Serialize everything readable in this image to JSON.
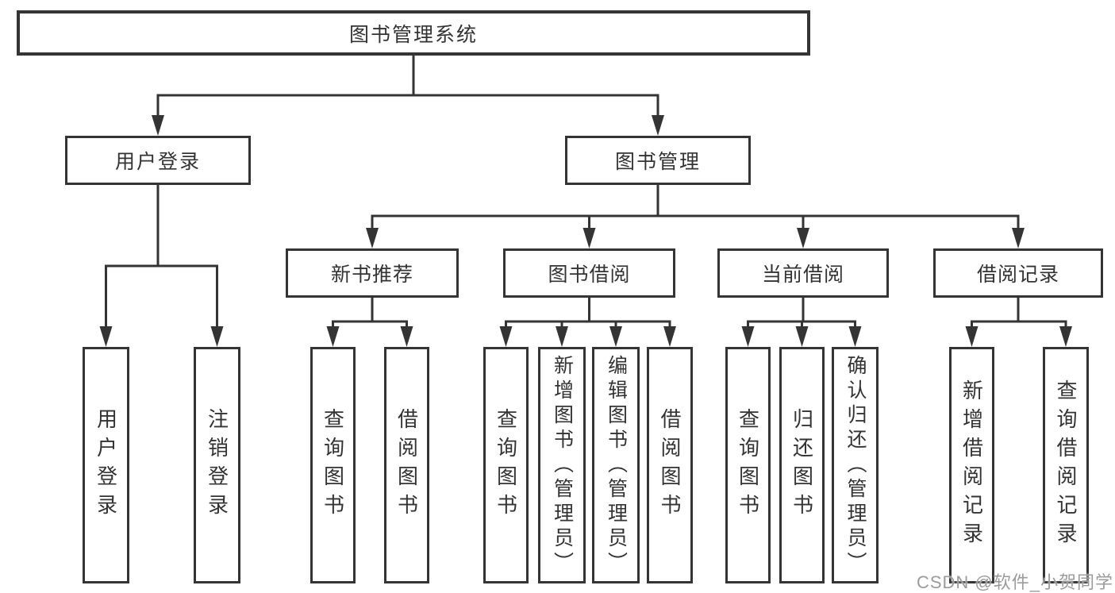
{
  "diagram": {
    "title": "图书管理系统",
    "nodes": {
      "root": "图书管理系统",
      "user_login": "用户登录",
      "book_management": "图书管理",
      "new_book_recommend": "新书推荐",
      "book_borrow": "图书借阅",
      "current_borrow": "当前借阅",
      "borrow_records": "借阅记录"
    },
    "leaves": {
      "user_login_group": [
        "用户登录",
        "注销登录"
      ],
      "new_book_group": [
        "查询图书",
        "借阅图书"
      ],
      "book_borrow_group": [
        "查询图书",
        "新增图书（管理员）",
        "编辑图书（管理员）",
        "借阅图书"
      ],
      "current_borrow_group": [
        "查询图书",
        "归还图书",
        "确认归还（管理员）"
      ],
      "borrow_records_group": [
        "新增借阅记录",
        "查询借阅记录"
      ]
    },
    "colors": {
      "line": "#343434",
      "text": "#333333",
      "watermark": "#9b9b9b"
    },
    "watermark": "CSDN @软件_小贺同学"
  }
}
